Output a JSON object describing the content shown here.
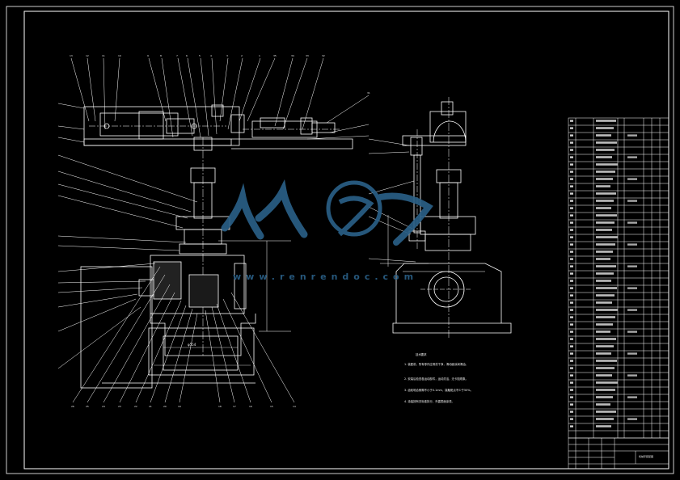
{
  "watermark": {
    "text": "www.renrendoc.com",
    "color": "#2a5f86"
  },
  "drawing": {
    "line_color": "#ffffff",
    "background": "#000000",
    "tech_requirements_title": "技术要求",
    "dimension_label": "φ554"
  },
  "balloons_left_top": [
    "13",
    "12",
    "11",
    "10",
    "9",
    "8",
    "7",
    "6",
    "5",
    "4",
    "3",
    "2",
    "1",
    "35",
    "34",
    "33",
    "32",
    "31"
  ],
  "balloons_bottom": [
    "26",
    "25",
    "24",
    "23",
    "22",
    "21",
    "20",
    "19",
    "18",
    "17",
    "16",
    "15",
    "14"
  ],
  "tech_notes": [
    "1. 装配前，所有零件应清洗干净，滑动面涂润滑油。",
    "2. 安装后检查各运动部件，运动灵活，无卡阻现象。",
    "3. 齿轮啮合侧隙不小于0.1mm，接触斑点不少于50%。",
    "4. 涂装按有关标准执行，外露表面涂漆。"
  ],
  "title_block": {
    "drawing_title": "机械手装配图"
  }
}
